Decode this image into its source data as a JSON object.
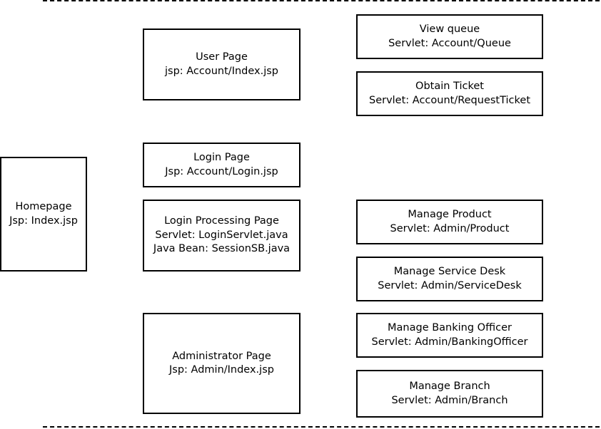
{
  "diagram": {
    "nodes": {
      "homepage": [
        "Homepage",
        "Jsp: Index.jsp"
      ],
      "user_page": [
        "User Page",
        "jsp: Account/Index.jsp"
      ],
      "view_queue": [
        "View queue",
        "Servlet: Account/Queue"
      ],
      "obtain_ticket": [
        "Obtain Ticket",
        "Servlet: Account/RequestTicket"
      ],
      "login_page": [
        "Login Page",
        "Jsp: Account/Login.jsp"
      ],
      "login_processing": [
        "Login Processing Page",
        "Servlet: LoginServlet.java",
        "Java Bean: SessionSB.java"
      ],
      "manage_product": [
        "Manage Product",
        "Servlet: Admin/Product"
      ],
      "manage_service_desk": [
        "Manage Service Desk",
        "Servlet: Admin/ServiceDesk"
      ],
      "admin_page": [
        "Administrator Page",
        "Jsp: Admin/Index.jsp"
      ],
      "manage_banking_officer": [
        "Manage Banking Officer",
        "Servlet: Admin/BankingOfficer"
      ],
      "manage_branch": [
        "Manage Branch",
        "Servlet: Admin/Branch"
      ]
    }
  }
}
